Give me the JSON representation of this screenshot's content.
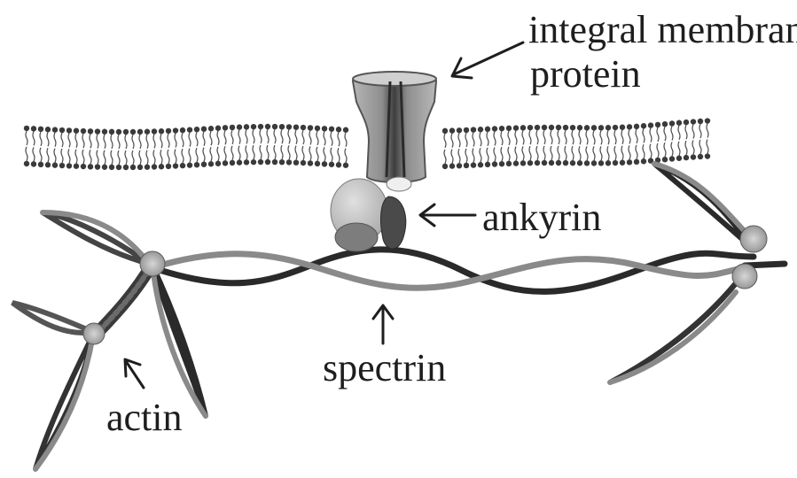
{
  "labels": {
    "integral_membrane_protein_line1": "integral membran",
    "integral_membrane_protein_line2": "protein",
    "ankyrin": "ankyrin",
    "spectrin": "spectrin",
    "actin": "actin"
  },
  "colors": {
    "background": "#ffffff",
    "ink": "#1e1e1e",
    "lipid_head": "#3a3a3a",
    "spectrin_light": "#8a8a8a",
    "spectrin_dark": "#2a2a2a",
    "protein_gray": "#9a9a9a",
    "ankyrin_light": "#bdbdbd",
    "ankyrin_dark": "#5a5a5a",
    "actin_node": "#b0b0b0"
  }
}
